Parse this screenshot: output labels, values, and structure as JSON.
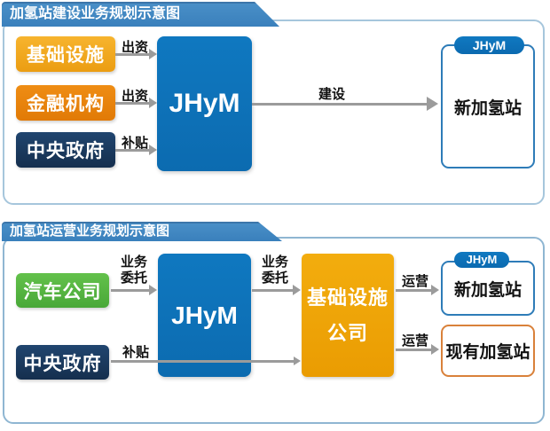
{
  "colors": {
    "banner_blue": "#3d86c2",
    "hub_blue": "#0d72b9",
    "panel_border": "#a6c6dc",
    "infrastructure_amber": "#f2a41f",
    "finance_orange": "#e8830d",
    "government_navy": "#1a3a63",
    "auto_green": "#55b443",
    "infra_company_orange": "#eda209",
    "new_station_border": "#2e7cb8",
    "existing_station_border": "#d9813a",
    "arrow_gray": "#9b9b9b"
  },
  "panel_construction": {
    "title": "加氢站建设业务规划示意图",
    "hub_label": "JHyM",
    "sources": [
      {
        "label": "基础设施",
        "arrow_label": "出资"
      },
      {
        "label": "金融机构",
        "arrow_label": "出资"
      },
      {
        "label": "中央政府",
        "arrow_label": "补贴"
      }
    ],
    "build_arrow_label": "建设",
    "target": {
      "badge": "JHyM",
      "label": "新加氢站"
    }
  },
  "panel_operation": {
    "title": "加氢站运营业务规划示意图",
    "hub_label": "JHyM",
    "auto_company": {
      "label": "汽车公司",
      "arrow_label_lines": [
        "业务",
        "委托"
      ]
    },
    "government": {
      "label": "中央政府",
      "arrow_label": "补贴"
    },
    "delegation_label_lines": [
      "业务",
      "委托"
    ],
    "infra_company_lines": [
      "基础设施",
      "公司"
    ],
    "new_station": {
      "badge": "JHyM",
      "label": "新加氢站",
      "arrow_label": "运营"
    },
    "existing_station": {
      "label": "现有加氢站",
      "arrow_label": "运营"
    }
  }
}
